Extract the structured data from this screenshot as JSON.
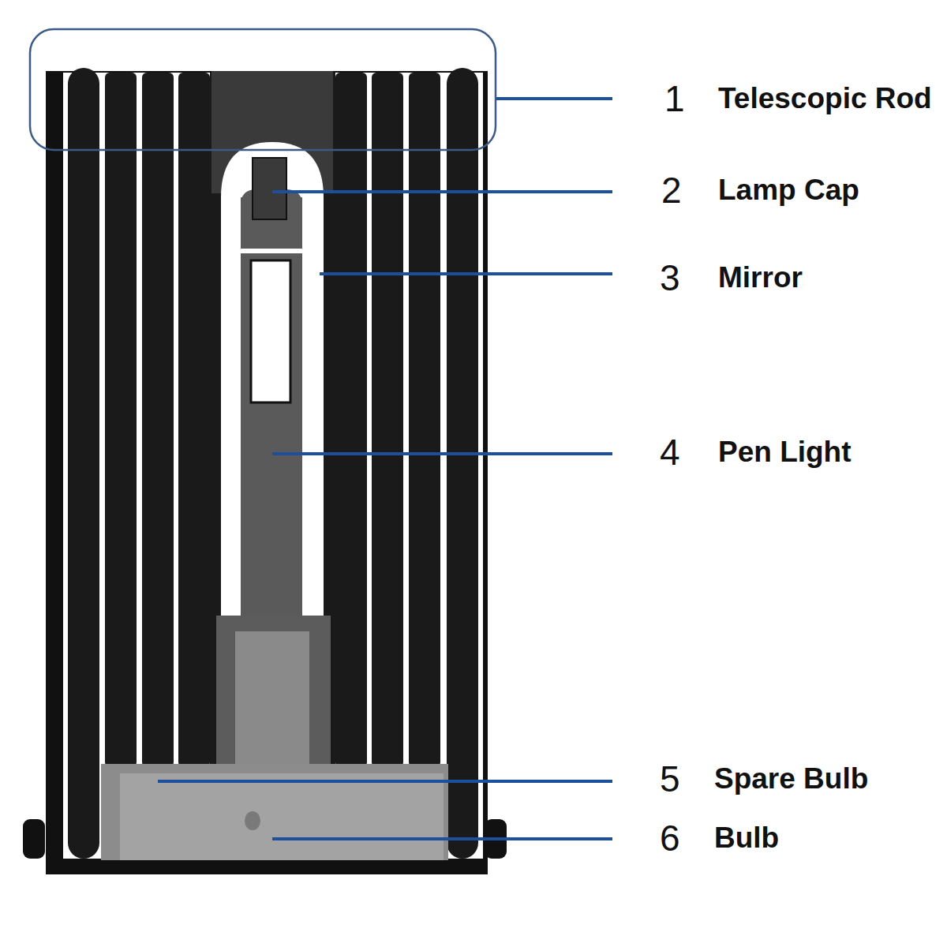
{
  "diagram": {
    "labels": [
      "1",
      "Telescopic Rod",
      "2",
      "Lamp Cap",
      "3",
      "Mirror",
      "4",
      "Pen Light",
      "5",
      "Spare Bulb",
      "6",
      "Bulb"
    ]
  }
}
